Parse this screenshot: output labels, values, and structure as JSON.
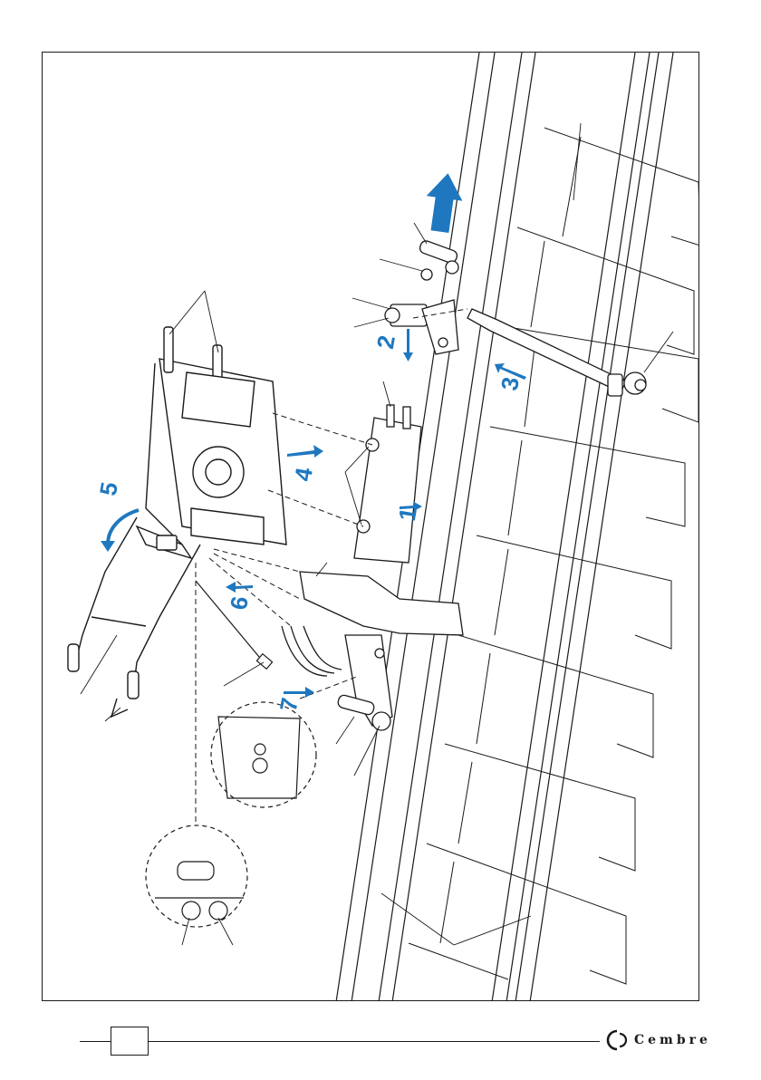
{
  "diagram": {
    "steps": [
      {
        "id": "1",
        "label": "1"
      },
      {
        "id": "2",
        "label": "2"
      },
      {
        "id": "3",
        "label": "3"
      },
      {
        "id": "4",
        "label": "4"
      },
      {
        "id": "5",
        "label": "5"
      },
      {
        "id": "6",
        "label": "6"
      },
      {
        "id": "7",
        "label": "7"
      }
    ],
    "accent_color": "#1f78bf",
    "line_color": "#1a1a1a"
  },
  "footer": {
    "brand": "Cembre",
    "page_number": ""
  }
}
